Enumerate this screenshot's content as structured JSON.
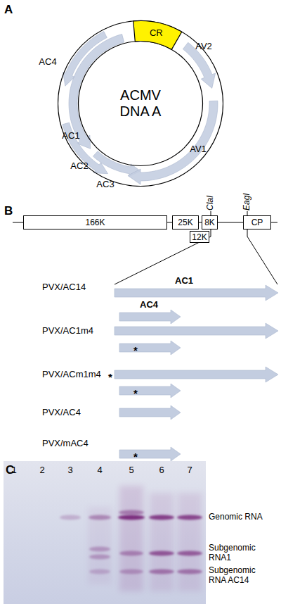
{
  "diagram": {
    "nodes": [
      {
        "text": [
          "ACMV DNA A"
        ]
      },
      {
        "text": [
          "CR"
        ]
      },
      {
        "text": [
          "166K"
        ]
      },
      {
        "text": [
          "25K"
        ]
      },
      {
        "text": [
          "8K"
        ]
      },
      {
        "text": [
          "12K"
        ]
      },
      {
        "text": [
          "CP"
        ]
      }
    ],
    "labels": [
      "A",
      "AC4",
      "AC1",
      "AC2",
      "AC3",
      "AV1",
      "AV2",
      "B",
      "ClaI",
      "EagI",
      "PVX/AC14",
      "AC1",
      "AC4",
      "PVX/AC1m4",
      "*",
      "PVX/ACm1m4",
      "*",
      "*",
      "PVX/AC4",
      "PVX/mAC4",
      "*",
      "C",
      "1",
      "2",
      "3",
      "4",
      "5",
      "6",
      "7",
      "Genomic RNA",
      "Subgenomic RNA1",
      "Subgenomic RNA AC14"
    ]
  }
}
